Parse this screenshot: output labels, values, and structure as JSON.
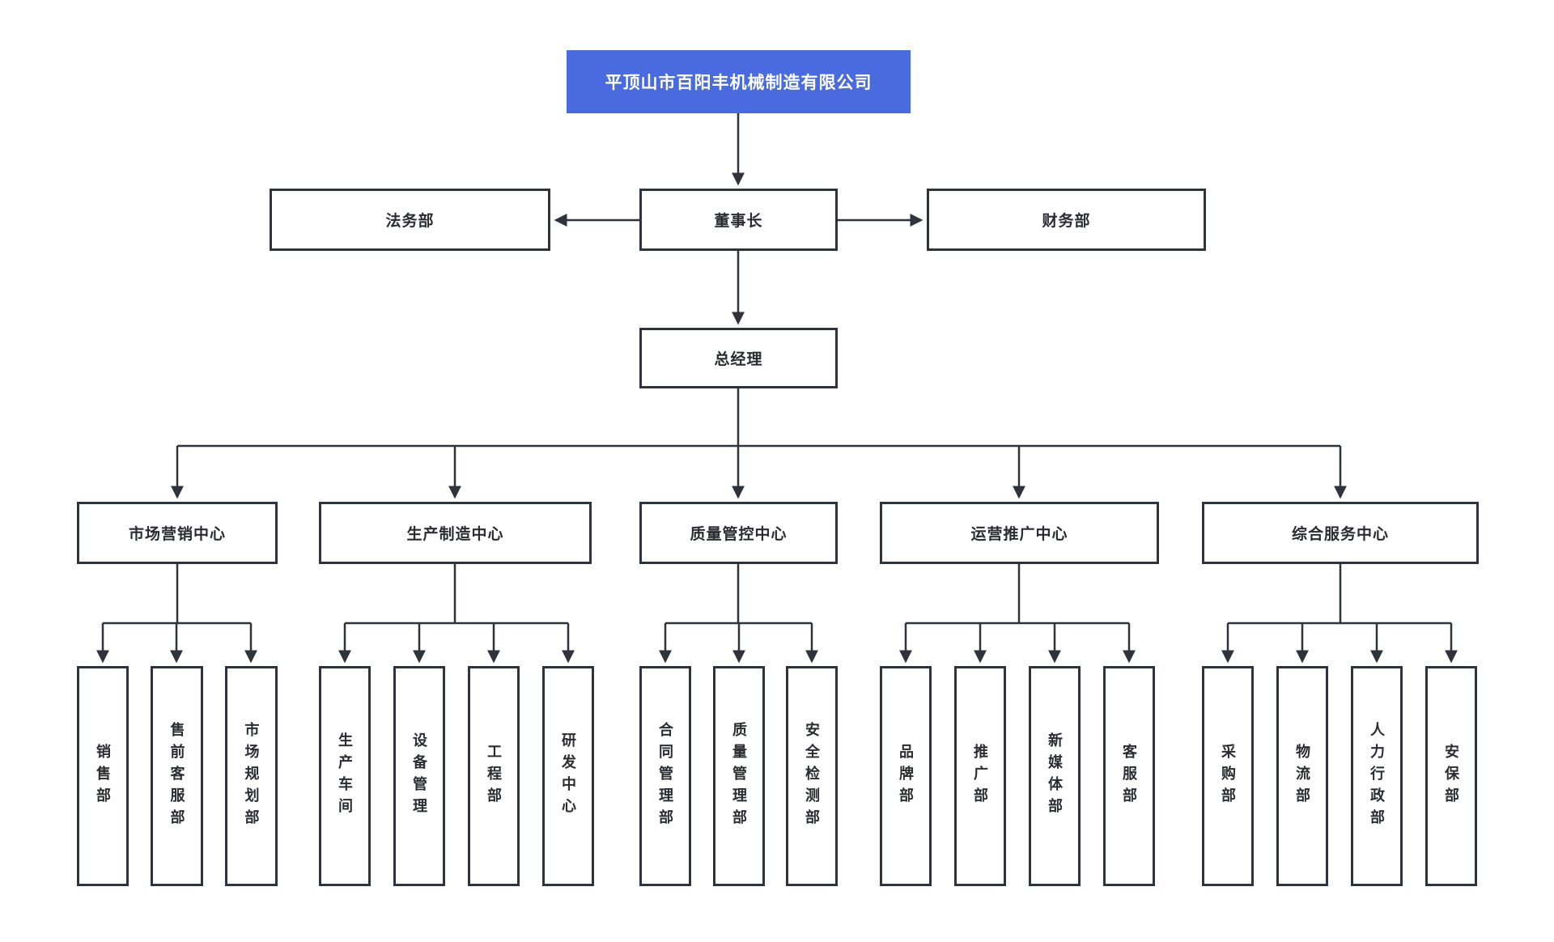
{
  "page": {
    "background": "#FFFFFF"
  },
  "org_chart": {
    "root": {
      "label": "平顶山市百阳丰机械制造有限公司",
      "bg_color": "#4A6BE0",
      "text_color": "#FFFFFF"
    },
    "executives": {
      "legal": {
        "label": "法务部"
      },
      "chairman": {
        "label": "董事长"
      },
      "finance": {
        "label": "财务部"
      },
      "general_manager": {
        "label": "总经理"
      }
    },
    "centers": [
      {
        "label": "市场营销中心",
        "children": [
          {
            "label": "销售部"
          },
          {
            "label": "售前客服部"
          },
          {
            "label": "市场规划部"
          }
        ]
      },
      {
        "label": "生产制造中心",
        "children": [
          {
            "label": "生产车间"
          },
          {
            "label": "设备管理"
          },
          {
            "label": "工程部"
          },
          {
            "label": "研发中心"
          }
        ]
      },
      {
        "label": "质量管控中心",
        "children": [
          {
            "label": "合同管理部"
          },
          {
            "label": "质量管理部"
          },
          {
            "label": "安全检测部"
          }
        ]
      },
      {
        "label": "运营推广中心",
        "children": [
          {
            "label": "品牌部"
          },
          {
            "label": "推广部"
          },
          {
            "label": "新媒体部"
          },
          {
            "label": "客服部"
          }
        ]
      },
      {
        "label": "综合服务中心",
        "children": [
          {
            "label": "采购部"
          },
          {
            "label": "物流部"
          },
          {
            "label": "人力行政部"
          },
          {
            "label": "安保部"
          }
        ]
      }
    ],
    "colors": {
      "border": "#2F343C",
      "line": "#2F343C",
      "label_text": "#2A2C31"
    }
  }
}
